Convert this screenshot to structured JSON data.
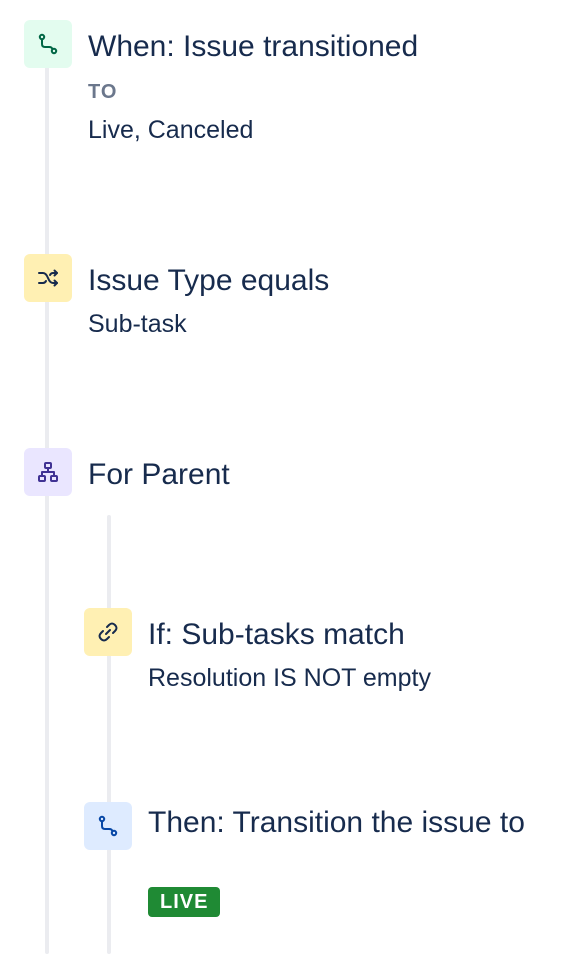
{
  "steps": {
    "trigger": {
      "title": "When: Issue transitioned",
      "field_label": "TO",
      "value": "Live, Canceled",
      "icon": "transition-icon"
    },
    "condition": {
      "title": "Issue Type equals",
      "value": "Sub-task",
      "icon": "shuffle-icon"
    },
    "branch": {
      "title": "For Parent",
      "icon": "hierarchy-icon"
    },
    "nested_condition": {
      "title": "If: Sub-tasks match",
      "value": "Resolution IS NOT empty",
      "icon": "link-icon"
    },
    "action": {
      "title": "Then: Transition the issue to",
      "status": "LIVE",
      "icon": "transition-icon"
    }
  },
  "colors": {
    "trigger_bg": "#e3fcef",
    "condition_bg": "#fff0b3",
    "branch_bg": "#eae6ff",
    "action_bg": "#deebff",
    "status_green": "#1f8a34",
    "text": "#172b4d"
  }
}
